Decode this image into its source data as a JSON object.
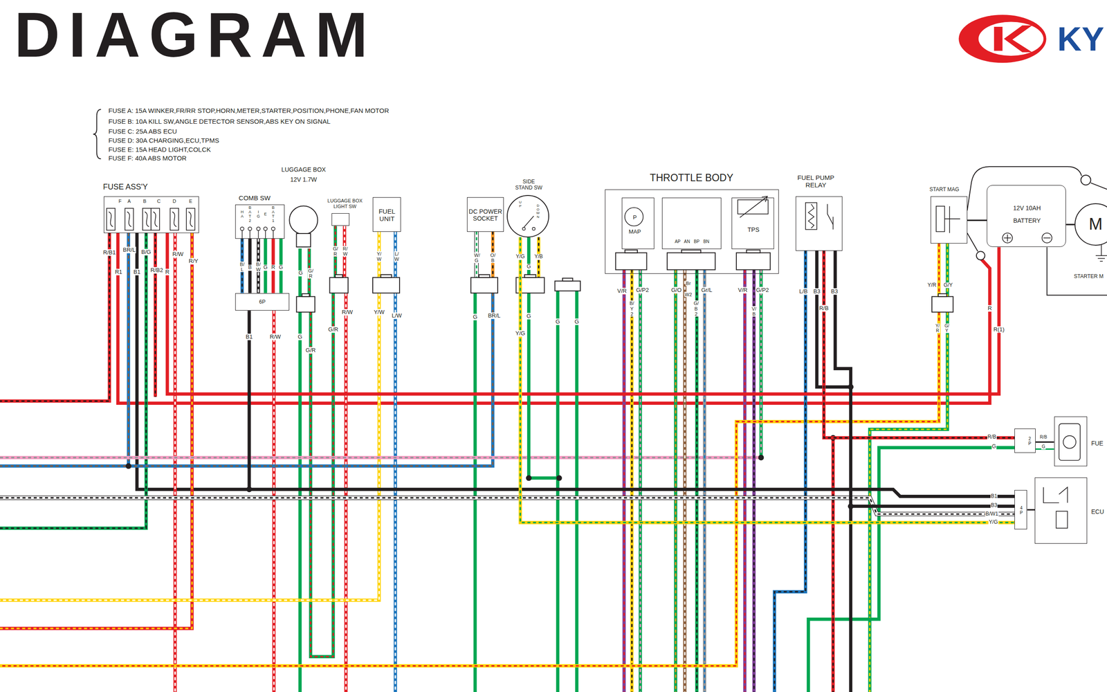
{
  "diagram": {
    "title": "DIAGRAM",
    "nodes": [
      {
        "text": [
          "FUSE ASS'Y"
        ]
      },
      {
        "text": [
          "COMB SW"
        ]
      },
      {
        "text": [
          "6P"
        ]
      },
      {
        "text": [
          "LUGGAGE BOX",
          "12V 1.7W"
        ]
      },
      {
        "text": [
          "LUGGAGE BOX LIGHT SW"
        ]
      },
      {
        "text": [
          "FUEL UNIT"
        ]
      },
      {
        "text": [
          "DC POWER SOCKET"
        ]
      },
      {
        "text": [
          "SIDE STAND SW"
        ]
      },
      {
        "text": [
          "THROTTLE BODY"
        ]
      },
      {
        "text": [
          "P",
          "MAP"
        ],
        "in": 8
      },
      {
        "text": [
          "AP AN BP BN"
        ],
        "in": 8
      },
      {
        "text": [
          "TPS"
        ],
        "in": 8
      },
      {
        "text": [
          "FUEL PUMP RELAY"
        ]
      },
      {
        "text": [
          "START MAG"
        ]
      },
      {
        "text": [
          "12V 10AH",
          "BATTERY"
        ]
      },
      {
        "text": [
          "M",
          "STARTER M"
        ]
      },
      {
        "text": [
          "2P"
        ]
      },
      {
        "text": [
          "FUE"
        ]
      },
      {
        "text": [
          "4P"
        ]
      },
      {
        "text": [
          "ECU"
        ]
      }
    ],
    "edges": [
      {
        "from": 0,
        "to": 14,
        "arrow": "none"
      },
      {
        "from": 2,
        "to": 18,
        "arrow": "none"
      },
      {
        "from": 7,
        "to": 18,
        "arrow": "none"
      },
      {
        "from": 12,
        "to": 16,
        "arrow": "none"
      },
      {
        "from": 12,
        "to": 18,
        "arrow": "none"
      },
      {
        "from": 16,
        "to": 17,
        "arrow": "none"
      },
      {
        "from": 18,
        "to": 19,
        "arrow": "none"
      },
      {
        "from": 13,
        "to": 14,
        "arrow": "none"
      },
      {
        "from": 14,
        "to": 15,
        "arrow": "none"
      }
    ],
    "labels": [
      "FUSE A: 15A WINKER,FR/RR STOP,HORN,METER,STARTER,POSITION,PHONE,FAN MOTOR",
      "FUSE B: 10A KILL SW,ANGLE DETECTOR SENSOR,ABS KEY ON SIGNAL",
      "FUSE C: 25A ABS ECU",
      "FUSE D: 30A CHARGING,ECU,TPMS",
      "FUSE E: 15A HEAD LIGHT,COLCK",
      "FUSE F: 40A ABS MOTOR",
      "F",
      "A",
      "B",
      "C",
      "D",
      "E",
      "R/B1",
      "BR/L",
      "B/G",
      "R/W",
      "R/Y",
      "R1",
      "B1",
      "R/B2",
      "R",
      "HA",
      "BAT2",
      "IG",
      "E",
      "BAT1",
      "B/L",
      "B",
      "B/W",
      "G",
      "R",
      "G",
      "B1",
      "R/W",
      "G",
      "G/R",
      "G",
      "G/R",
      "G/R",
      "R/W",
      "R/W",
      "G/R",
      "Y/W",
      "L/W",
      "Y/W",
      "L/W",
      "W/G",
      "O/B",
      "G",
      "BR/L",
      "UP",
      "DOWN",
      "Y/G",
      "Y/B",
      "G",
      "Y/G",
      "G",
      "G",
      "G",
      "V/R",
      "G/P2",
      "B/Y2",
      "G/O",
      "Br",
      "W2",
      "G/B2",
      "Gr/L",
      "V/R",
      "G/P2",
      "V/B",
      "L/B",
      "B3",
      "B3",
      "R/B",
      "Y/R",
      "G/Y",
      "Y/R",
      "G/Y",
      "R",
      "R(1)",
      "R/B",
      "G",
      "R/B",
      "G",
      "B1",
      "B3",
      "B/W1",
      "Y/G",
      "KY"
    ]
  }
}
